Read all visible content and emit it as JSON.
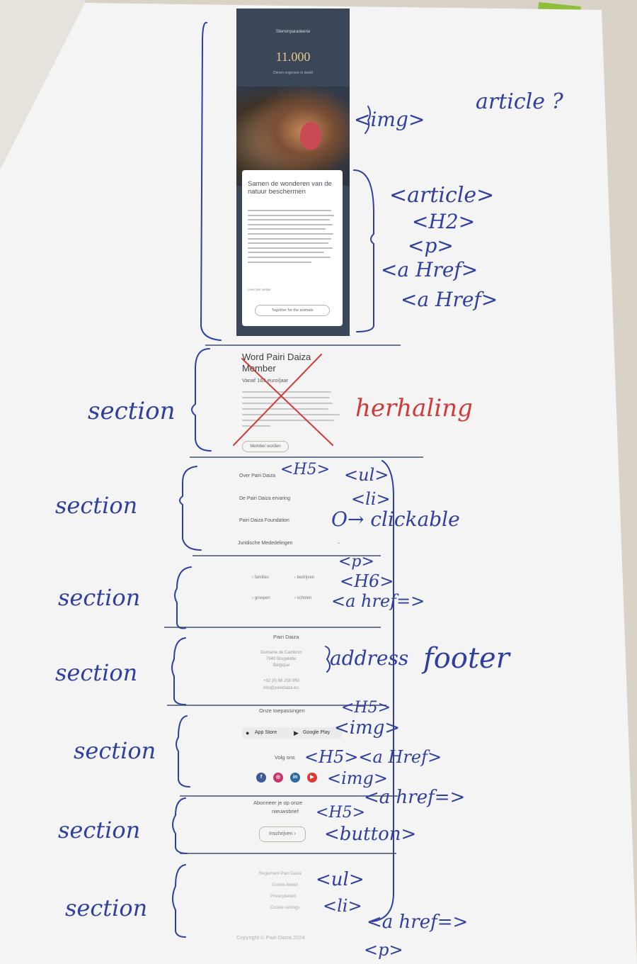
{
  "mockup": {
    "hero": {
      "number": "11.000",
      "top_label": "Sterrenparadeerie",
      "sub_label": "Dieren ongeveer in beeld"
    },
    "card": {
      "title": "Samen de wonderen van de natuur beschermen",
      "link_text": "Lees hier verder",
      "button": "Together for the animals"
    },
    "member": {
      "title": "Word Pairi Daiza Member",
      "price": "Vanaf 169 euro/jaar",
      "button": "Member worden"
    },
    "menu": [
      "Over Pairi Daiza",
      "De Pairi Daiza ervaring",
      "Pairi Daiza Foundation",
      "Juridische Mededelingen"
    ],
    "audiences": [
      "families",
      "bedrijven",
      "groepen",
      "scholen"
    ],
    "address": {
      "name": "Pairi Daiza",
      "line1": "Domaine de Cambron",
      "line2": "7940 Brugelette",
      "line3": "Belgique",
      "phone": "+32 (0) 68 250 850",
      "email": "info@pairidaiza.eu"
    },
    "apps": {
      "heading": "Onze toepassingen",
      "app_store": "App Store",
      "google_play": "Google Play"
    },
    "follow": {
      "heading": "Volg ons"
    },
    "newsletter": {
      "heading": "Abonneer je op onze nieuwsbrief",
      "button": "Inschrijven"
    },
    "legal_links": [
      "Reglement Pairi Daiza",
      "Cookie-beleid",
      "Privacybeleid",
      "Cookie-settings"
    ],
    "copyright": "Copyright © Pairi Daiza 2024"
  },
  "annotations": {
    "img": "<img>",
    "article_q": "article ?",
    "article": "<article>",
    "h2": "<H2>",
    "p": "<p>",
    "a_href_1": "<a Href>",
    "a_href_2": "<a Href>",
    "section": "section",
    "herhaling": "herhaling",
    "h5": "<H5>",
    "ul": "<ul>",
    "li": "<li>",
    "clickable": "clickable",
    "p2": "<p>",
    "h6": "<H6>",
    "a_href_eq": "<a href=>",
    "address": "address",
    "footer": "footer",
    "h5_b": "<H5>",
    "img_b": "<img>",
    "h5_a_href": "<H5><a Href>",
    "img_c": "<img>",
    "a_href_eq_b": "<a href=>",
    "h5_c": "<H5>",
    "button": "<button>",
    "ul_b": "<ul>",
    "li_b": "<li>",
    "a_href_eq_c": "<a href=>",
    "p_b": "<p>"
  },
  "colors": {
    "ink_blue": "#2e3fa0",
    "ink_red": "#d23a3a",
    "mockup_dark": "#3b4658"
  }
}
